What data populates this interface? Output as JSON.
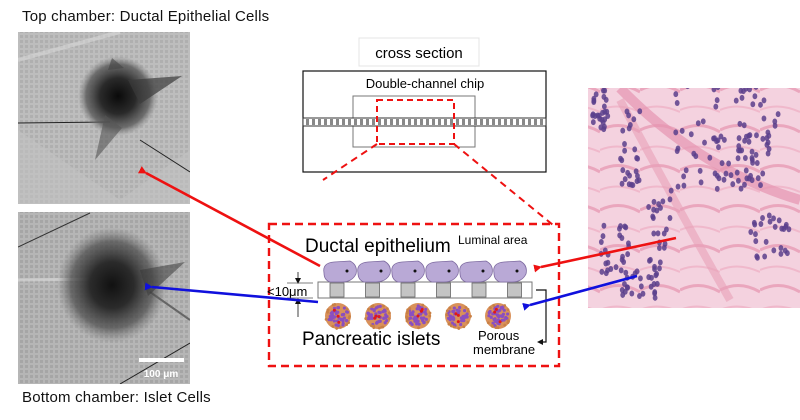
{
  "figure": {
    "top_panel": {
      "caption": "Top chamber: Ductal Epithelial Cells",
      "image_label": "Brightfield micrograph of ductal epithelial cell cluster"
    },
    "bottom_panel": {
      "caption": "Bottom chamber: Islet Cells",
      "image_label": "Brightfield micrograph of islet cell cluster",
      "scale_bar": "100 μm"
    },
    "chip": {
      "cross_section_label": "cross section",
      "chip_label": "Double-channel chip"
    },
    "schematic": {
      "ductal_label": "Ductal epithelium",
      "luminal_label": "Luminal area",
      "thickness_label": "<10μm",
      "islets_label": "Pancreatic islets",
      "membrane_label_line1": "Porous",
      "membrane_label_line2": "membrane",
      "epithelial_cell_count": 6,
      "islet_count": 5,
      "pore_count": 6
    },
    "histology": {
      "image_label": "H&E stained pancreatic tissue section"
    },
    "colors": {
      "ductal_arrow": "#ee1111",
      "islet_arrow": "#1010dd",
      "zoom_outline": "#ee1111",
      "epithelial_cell": "#b9a9d6",
      "pore": "#c4c4c4",
      "islet_orange": "#d9915a",
      "islet_purple": "#8a4fc0",
      "islet_red": "#e01818",
      "he_pink": "#f2c8d8",
      "he_nucleus": "#5b3f8c"
    }
  }
}
